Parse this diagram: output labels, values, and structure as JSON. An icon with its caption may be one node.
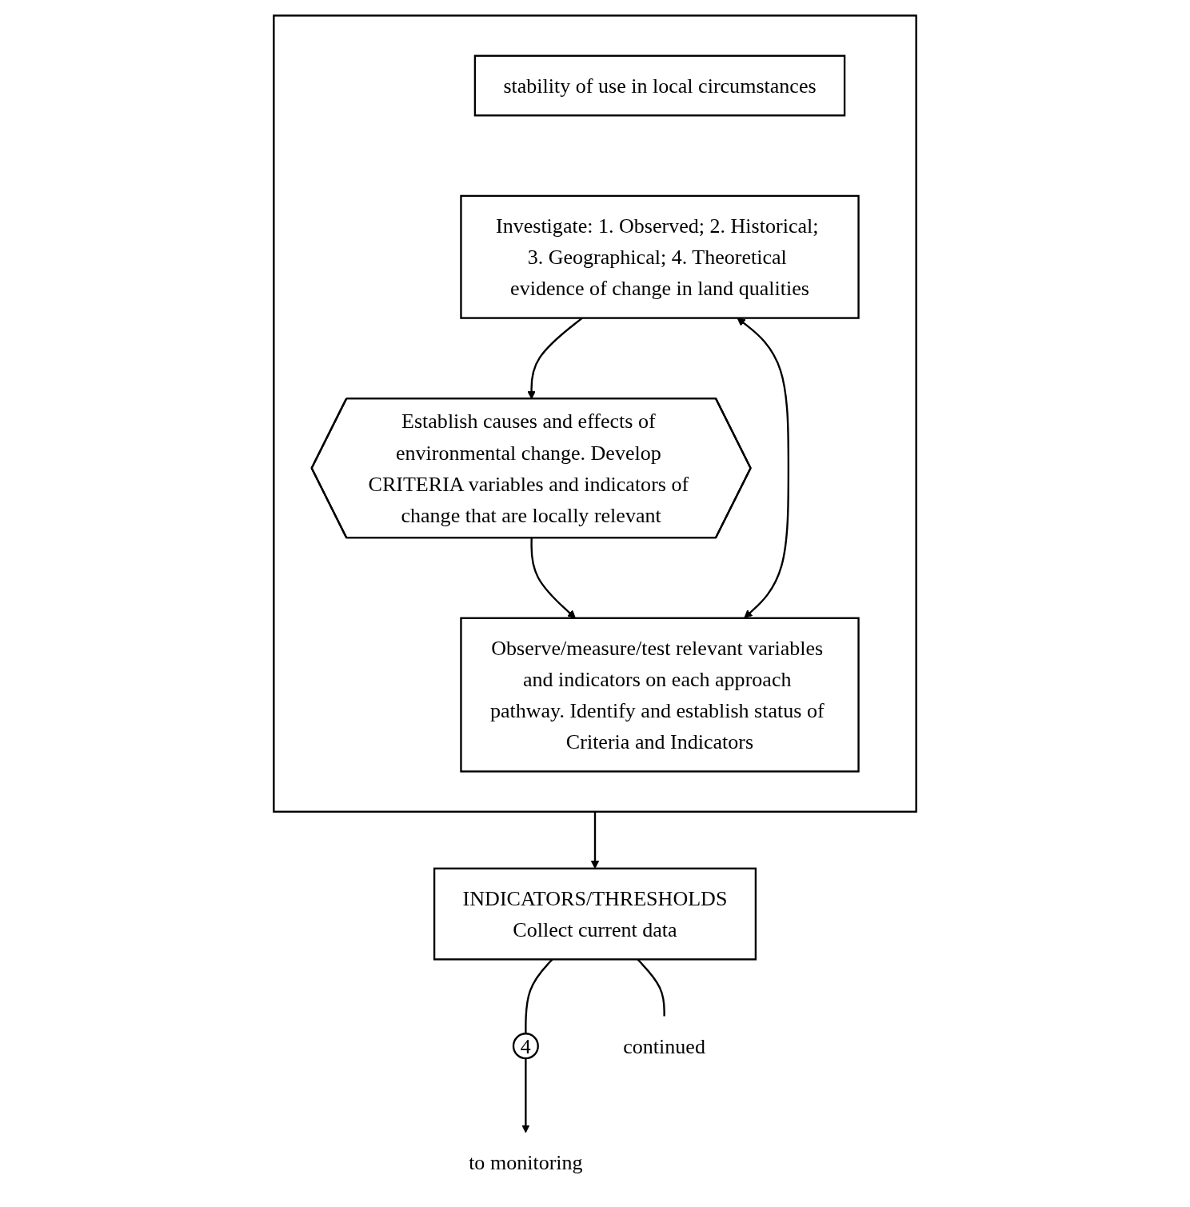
{
  "diagram": {
    "nodes": [
      {
        "text": [],
        "shape": "box"
      },
      {
        "text": [
          "stability of use in local circumstances"
        ],
        "in": 0
      },
      {
        "text": [
          "Investigate: 1. Observed; 2. Historical; 3. Geographical; 4. Theoretical evidence of change in land qualities"
        ],
        "in": 0
      },
      {
        "text": [
          "Establish causes and effects of environmental change. Develop CRITERIA variables and indicators of change that are locally relevant"
        ],
        "in": 0
      },
      {
        "text": [
          "Observe/measure/test relevant variables and indicators on each approach pathway. Identify and establish status of Criteria and Indicators"
        ],
        "in": 0
      },
      {
        "text": [
          "INDICATORS/THRESHOLDS",
          "Collect current data"
        ]
      },
      {
        "text": [
          "4"
        ]
      },
      {
        "text": [
          "to monitoring"
        ]
      },
      {
        "text": [
          "continued"
        ]
      }
    ],
    "edges": [
      {
        "from": 2,
        "to": 3,
        "arrow": "to"
      },
      {
        "from": 3,
        "to": 4,
        "arrow": "to"
      },
      {
        "from": 4,
        "to": 2,
        "arrow": "both"
      },
      {
        "from": 0,
        "to": 5,
        "arrow": "to"
      },
      {
        "from": 5,
        "to": 6,
        "arrow": "none"
      },
      {
        "from": 6,
        "to": 7,
        "arrow": "to"
      },
      {
        "from": 5,
        "to": 8,
        "arrow": "none"
      }
    ]
  }
}
